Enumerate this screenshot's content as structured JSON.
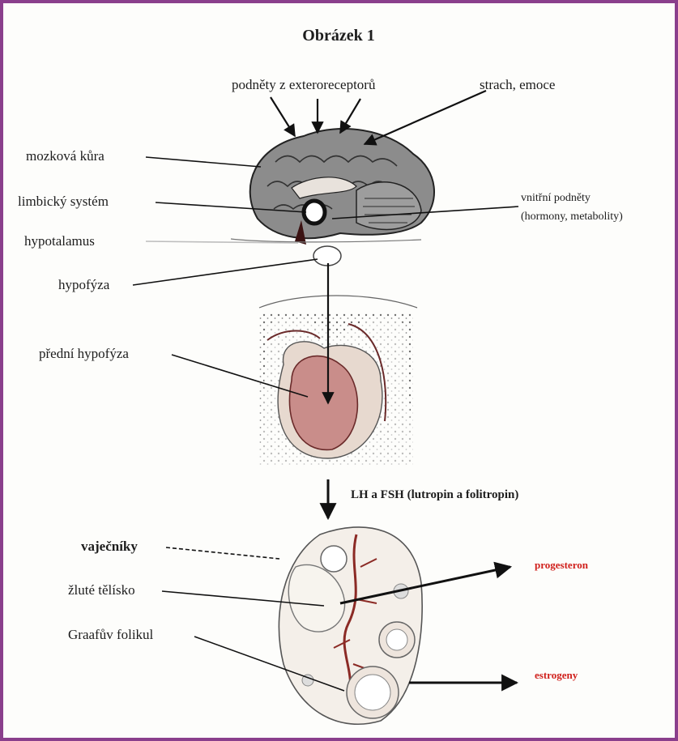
{
  "title": "Obrázek 1",
  "labels": {
    "exteroceptors": "podněty z exteroreceptorů",
    "fear": "strach, emoce",
    "cortex": "mozková kůra",
    "limbic": "limbický systém",
    "internal_line1": "vnitřní podněty",
    "internal_line2": "(hormony, metabolity)",
    "hypothalamus": "hypotalamus",
    "hypophysis": "hypofýza",
    "anterior_pituitary": "přední hypofýza",
    "hormones": "LH a FSH (lutropin a folitropin)",
    "ovaries": "vaječníky",
    "corpus_luteum": "žluté tělísko",
    "graafian": "Graafův folikul",
    "progesterone": "progesteron",
    "estrogens": "estrogeny"
  },
  "colors": {
    "border": "#8a3f8c",
    "brain": "#8c8c8c",
    "pituitary": "#c98d8a",
    "hormone_text": "#d0201c"
  }
}
